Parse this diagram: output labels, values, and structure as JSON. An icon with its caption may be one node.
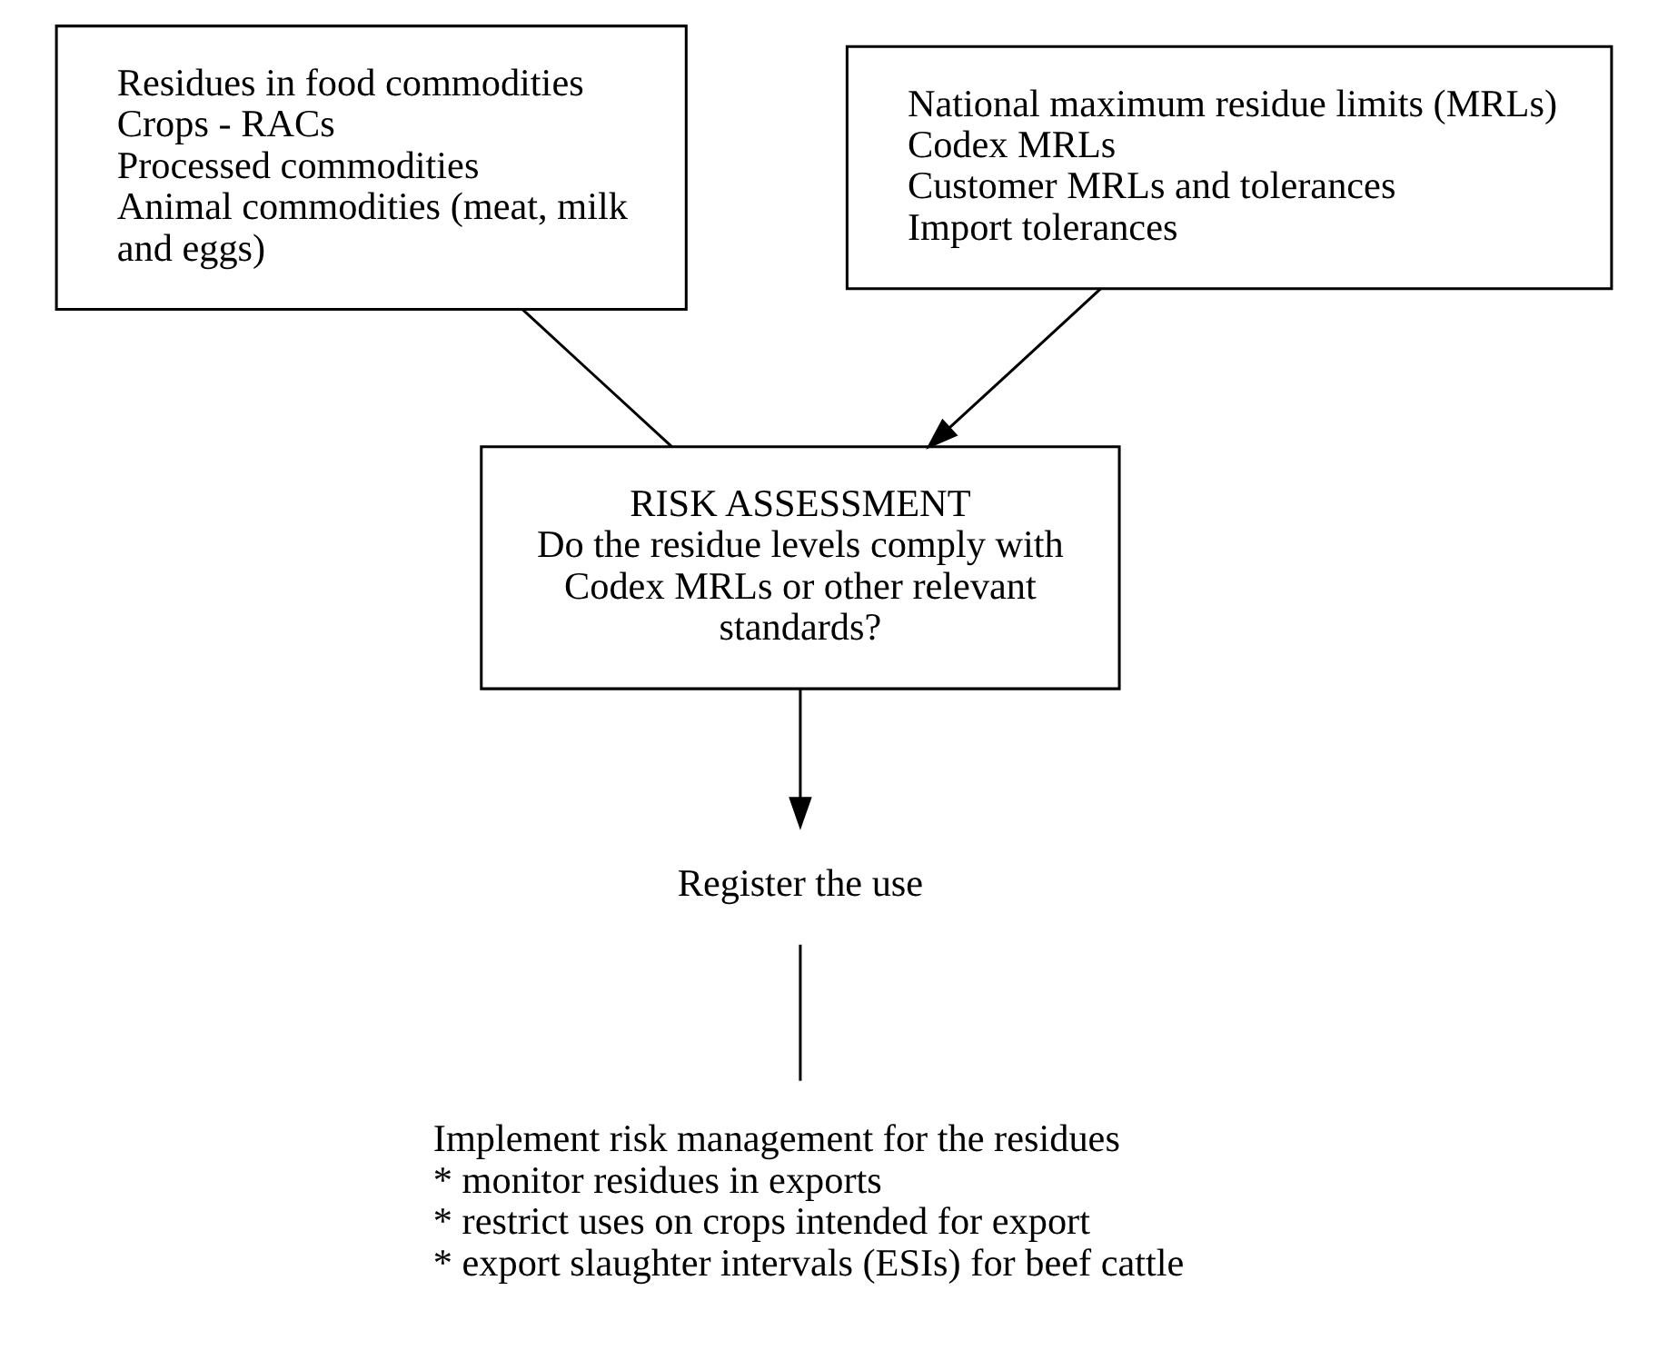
{
  "diagram": {
    "nodes": [
      {
        "text": [
          "Residues in food commodities",
          "Crops - RACs",
          "Processed commodities",
          "Animal commodities (meat, milk and eggs)"
        ]
      },
      {
        "text": [
          "National maximum residue limits (MRLs)",
          "Codex MRLs",
          "Customer MRLs and tolerances",
          "Import tolerances"
        ]
      },
      {
        "text": [
          "RISK ASSESSMENT",
          "Do the residue levels comply with Codex MRLs or other relevant standards?"
        ]
      },
      {
        "text": [
          "Register the use"
        ]
      },
      {
        "text": [
          "Implement risk management for the residues",
          "* monitor residues in exports",
          "* restrict uses on crops intended for export",
          "* export slaughter intervals (ESIs) for beef cattle"
        ]
      }
    ],
    "edges": [
      {
        "from": 0,
        "to": 2,
        "arrow": "none"
      },
      {
        "from": 1,
        "to": 2,
        "arrow": "to"
      },
      {
        "from": 2,
        "to": 3,
        "arrow": "to"
      },
      {
        "from": 3,
        "to": 4,
        "arrow": "none"
      }
    ]
  }
}
